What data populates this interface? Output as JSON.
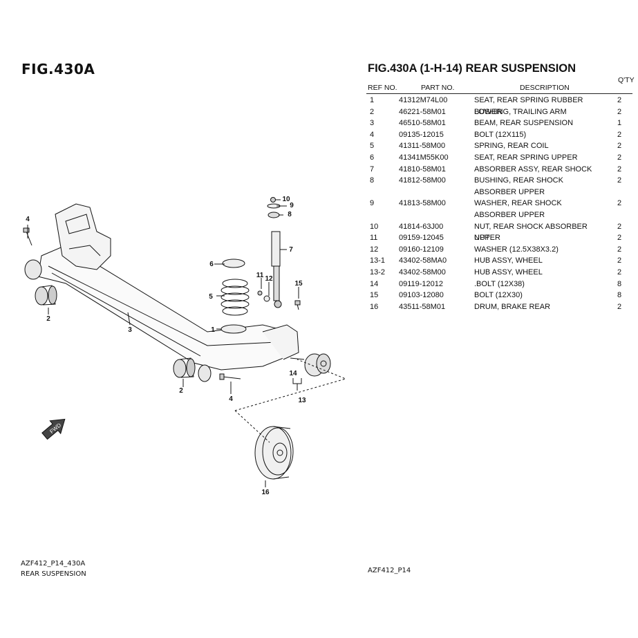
{
  "figure_label": "FIG.430A",
  "table_title": "FIG.430A (1-H-14) REAR SUSPENSION",
  "columns": {
    "ref": "REF NO.",
    "part": "PART NO.",
    "desc": "DESCRIPTION",
    "qty": "Q'TY"
  },
  "parts": [
    {
      "ref": "1",
      "part_no": "41312M74L00",
      "description": "SEAT, REAR SPRING RUBBER LOWER",
      "qty": "2"
    },
    {
      "ref": "2",
      "part_no": "46221-58M01",
      "description": "BUSHING, TRAILING ARM",
      "qty": "2"
    },
    {
      "ref": "3",
      "part_no": "46510-58M01",
      "description": "BEAM, REAR SUSPENSION",
      "qty": "1"
    },
    {
      "ref": "4",
      "part_no": "09135-12015",
      "description": "BOLT (12X115)",
      "qty": "2"
    },
    {
      "ref": "5",
      "part_no": "41311-58M00",
      "description": "SPRING, REAR COIL",
      "qty": "2"
    },
    {
      "ref": "6",
      "part_no": "41341M55K00",
      "description": "SEAT, REAR SPRING UPPER",
      "qty": "2"
    },
    {
      "ref": "7",
      "part_no": "41810-58M01",
      "description": "ABSORBER ASSY, REAR SHOCK",
      "qty": "2"
    },
    {
      "ref": "8",
      "part_no": "41812-58M00",
      "description": "BUSHING, REAR SHOCK ABSORBER UPPER",
      "qty": "2"
    },
    {
      "ref": "9",
      "part_no": "41813-58M00",
      "description": "WASHER, REAR SHOCK ABSORBER UPPER",
      "qty": "2"
    },
    {
      "ref": "10",
      "part_no": "41814-63J00",
      "description": "NUT, REAR SHOCK ABSORBER UPPER",
      "qty": "2"
    },
    {
      "ref": "11",
      "part_no": "09159-12045",
      "description": "NUT",
      "qty": "2"
    },
    {
      "ref": "12",
      "part_no": "09160-12109",
      "description": "WASHER (12.5X38X3.2)",
      "qty": "2"
    },
    {
      "ref": "13-1",
      "part_no": "43402-58MA0",
      "description": "HUB ASSY, WHEEL",
      "qty": "2"
    },
    {
      "ref": "13-2",
      "part_no": "43402-58M00",
      "description": "HUB ASSY, WHEEL",
      "qty": "2"
    },
    {
      "ref": "14",
      "part_no": "09119-12012",
      "description": ".BOLT (12X38)",
      "qty": "8"
    },
    {
      "ref": "15",
      "part_no": "09103-12080",
      "description": "BOLT (12X30)",
      "qty": "8"
    },
    {
      "ref": "16",
      "part_no": "43511-58M01",
      "description": "DRUM, BRAKE REAR",
      "qty": "2"
    }
  ],
  "callouts": [
    "1",
    "2",
    "2",
    "3",
    "4",
    "4",
    "5",
    "6",
    "7",
    "8",
    "9",
    "10",
    "11",
    "12",
    "13",
    "14",
    "15",
    "16"
  ],
  "fwd_label": "FWD",
  "footer": {
    "left_line1": "AZF412_P14_430A",
    "left_line2": "REAR SUSPENSION",
    "center": "AZF412_P14"
  }
}
